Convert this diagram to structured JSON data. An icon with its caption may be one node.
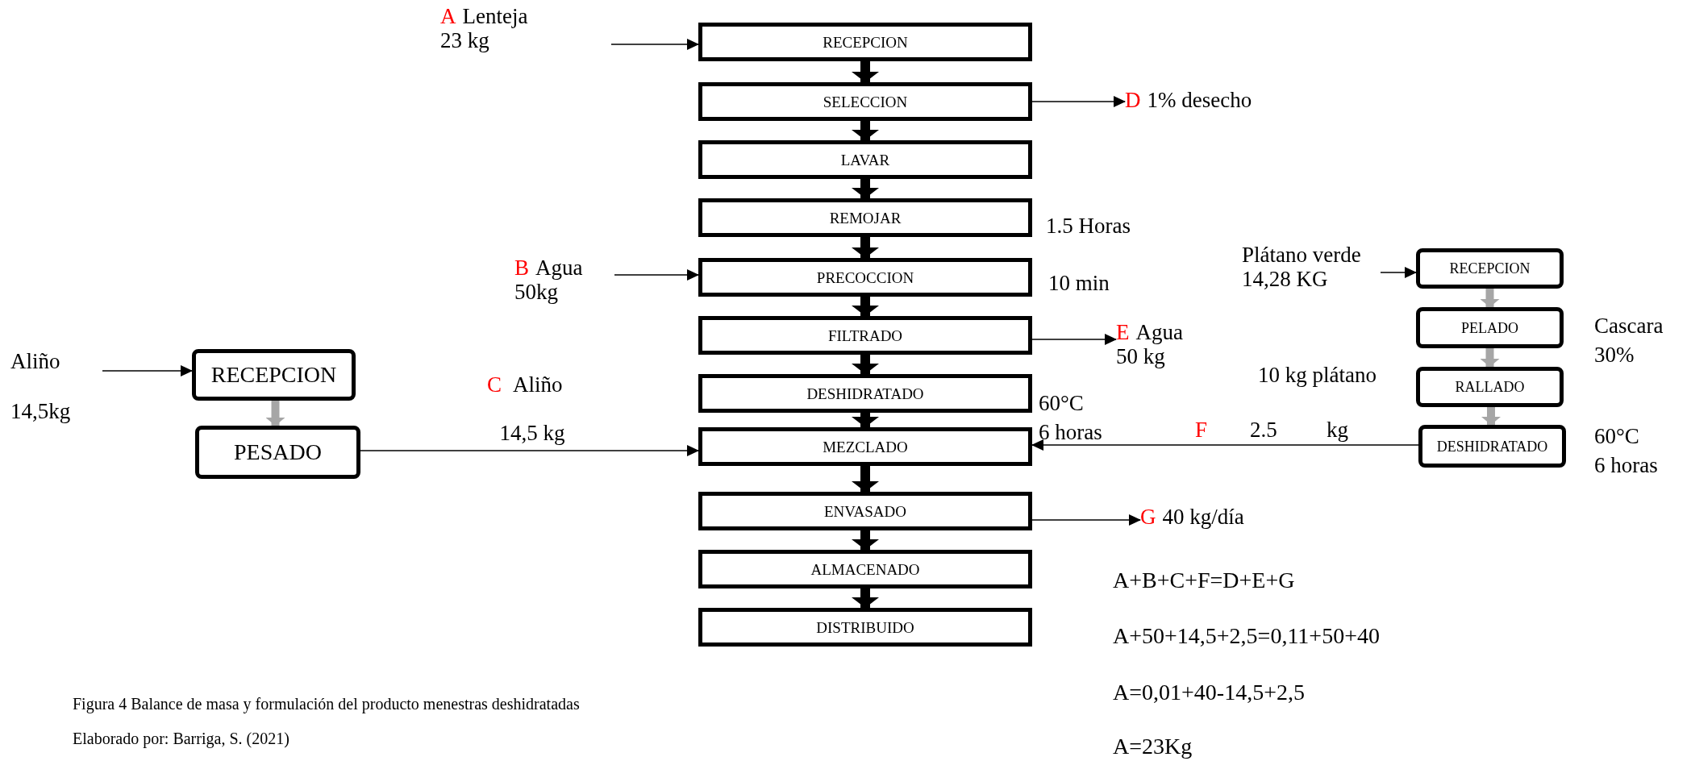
{
  "diagram": {
    "caption": "Figura 4 Balance de masa y formulación del producto menestras deshidratadas",
    "nodes": [
      {
        "text": [
          "RECEPCION"
        ]
      },
      {
        "text": [
          "SELECCION"
        ]
      },
      {
        "text": [
          "LAVAR"
        ]
      },
      {
        "text": [
          "REMOJAR"
        ],
        "beside": [
          "1.5 Horas"
        ]
      },
      {
        "text": [
          "PRECOCCION"
        ],
        "beside": [
          "10 min"
        ]
      },
      {
        "text": [
          "FILTRADO"
        ]
      },
      {
        "text": [
          "DESHIDRATADO"
        ],
        "beside": [
          "60°C",
          "6 horas"
        ]
      },
      {
        "text": [
          "MEZCLADO"
        ]
      },
      {
        "text": [
          "ENVASADO"
        ]
      },
      {
        "text": [
          "ALMACENADO"
        ]
      },
      {
        "text": [
          "DISTRIBUIDO"
        ]
      },
      {
        "text": [
          "A",
          "Lenteja",
          "23 kg"
        ]
      },
      {
        "text": [
          "D",
          "1% desecho"
        ]
      },
      {
        "text": [
          "B",
          "Agua",
          "50kg"
        ]
      },
      {
        "text": [
          "E",
          "Agua",
          "50 kg"
        ]
      },
      {
        "text": [
          "G",
          "40 kg/día"
        ]
      },
      {
        "text": [
          "Aliño",
          "14,5kg"
        ]
      },
      {
        "text": [
          "RECEPCION"
        ]
      },
      {
        "text": [
          "PESADO"
        ]
      },
      {
        "text": [
          "Plátano verde",
          "14,28 KG"
        ]
      },
      {
        "text": [
          "RECEPCION"
        ]
      },
      {
        "text": [
          "PELADO"
        ],
        "beside": [
          "Cascara 30%"
        ]
      },
      {
        "text": [
          "RALLADO"
        ],
        "beside": [
          "10 kg plátano"
        ]
      },
      {
        "text": [
          "DESHIDRATADO"
        ],
        "beside": [
          "60°C",
          "6 horas"
        ]
      }
    ],
    "edges": [
      {
        "from": 0,
        "to": 1,
        "arrow": "to"
      },
      {
        "from": 1,
        "to": 2,
        "arrow": "to"
      },
      {
        "from": 2,
        "to": 3,
        "arrow": "to"
      },
      {
        "from": 3,
        "to": 4,
        "arrow": "to"
      },
      {
        "from": 4,
        "to": 5,
        "arrow": "to"
      },
      {
        "from": 5,
        "to": 6,
        "arrow": "to"
      },
      {
        "from": 6,
        "to": 7,
        "arrow": "to"
      },
      {
        "from": 7,
        "to": 8,
        "arrow": "to"
      },
      {
        "from": 8,
        "to": 9,
        "arrow": "to"
      },
      {
        "from": 9,
        "to": 10,
        "arrow": "to"
      },
      {
        "from": 11,
        "to": 0,
        "arrow": "to"
      },
      {
        "from": 1,
        "to": 12,
        "arrow": "to"
      },
      {
        "from": 13,
        "to": 4,
        "arrow": "to"
      },
      {
        "from": 5,
        "to": 14,
        "arrow": "to"
      },
      {
        "from": 8,
        "to": 15,
        "arrow": "to"
      },
      {
        "from": 16,
        "to": 17,
        "arrow": "to"
      },
      {
        "from": 17,
        "to": 18,
        "arrow": "to",
        "color": "#a6a6a6"
      },
      {
        "from": 18,
        "to": 7,
        "arrow": "to",
        "label": "14,5 kg"
      },
      {
        "from": 19,
        "to": 20,
        "arrow": "to"
      },
      {
        "from": 20,
        "to": 21,
        "arrow": "to",
        "color": "#a6a6a6"
      },
      {
        "from": 21,
        "to": 22,
        "arrow": "to",
        "color": "#a6a6a6"
      },
      {
        "from": 22,
        "to": 23,
        "arrow": "to",
        "color": "#a6a6a6"
      },
      {
        "from": 23,
        "to": 7,
        "arrow": "to"
      }
    ],
    "labels": [
      "C",
      "Aliño",
      "F",
      "2.5",
      "kg",
      "A+B+C+F=D+E+G",
      "A+50+14,5+2,5=0,11+50+40",
      "A=0,01+40-14,5+2,5",
      "A=23Kg",
      "Elaborado por: Barriga, S. (2021)"
    ]
  }
}
